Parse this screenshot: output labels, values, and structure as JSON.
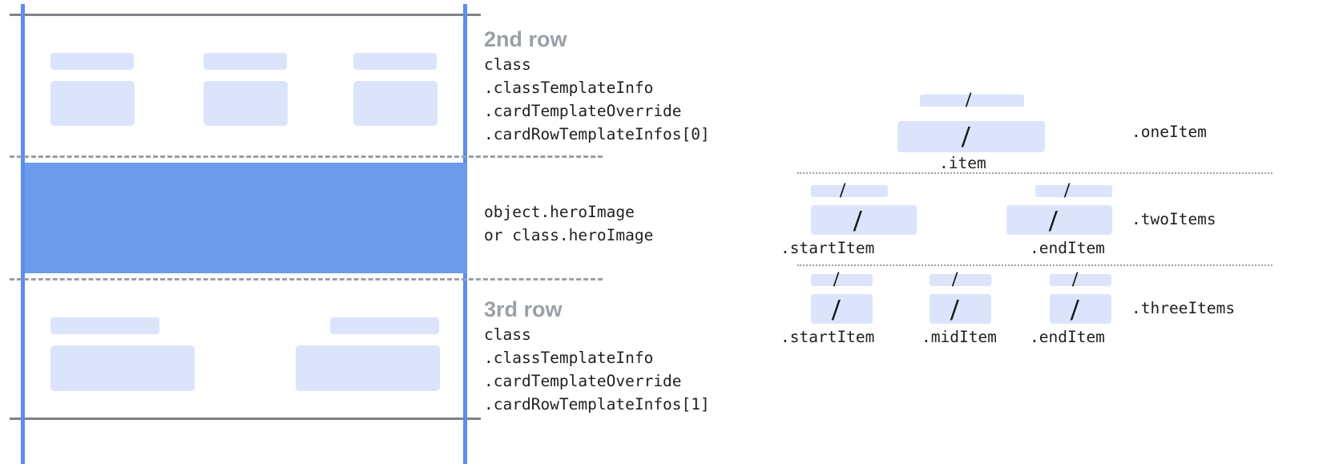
{
  "left_panel": {
    "rows": [
      {
        "title": "2nd row",
        "code_lines": [
          "class",
          ".classTemplateInfo",
          ".cardTemplateOverride",
          ".cardRowTemplateInfos[0]"
        ],
        "columns": 3
      },
      {
        "title": "",
        "code_lines": [
          "object.heroImage",
          "or class.heroImage"
        ],
        "columns": 0
      },
      {
        "title": "3rd row",
        "code_lines": [
          "class",
          ".classTemplateInfo",
          ".cardTemplateOverride",
          ".cardRowTemplateInfos[1]"
        ],
        "columns": 2
      }
    ]
  },
  "right_panel": {
    "groups": [
      {
        "name": ".oneItem",
        "slots": [
          {
            "label": ".item",
            "glyph": "/"
          }
        ]
      },
      {
        "name": ".twoItems",
        "slots": [
          {
            "label": ".startItem",
            "glyph": "/"
          },
          {
            "label": ".endItem",
            "glyph": "/"
          }
        ]
      },
      {
        "name": ".threeItems",
        "slots": [
          {
            "label": ".startItem",
            "glyph": "/"
          },
          {
            "label": ".midItem",
            "glyph": "/"
          },
          {
            "label": ".endItem",
            "glyph": "/"
          }
        ]
      }
    ]
  },
  "colors": {
    "placeholder_fill": "#dbe4fa",
    "hero_fill": "#6d9aeb",
    "guide_blue": "#5b8def",
    "rule_gray": "#808287",
    "dash_gray": "#9aa0a6",
    "heading_gray": "#9aa0a6",
    "code_text": "#202124"
  }
}
